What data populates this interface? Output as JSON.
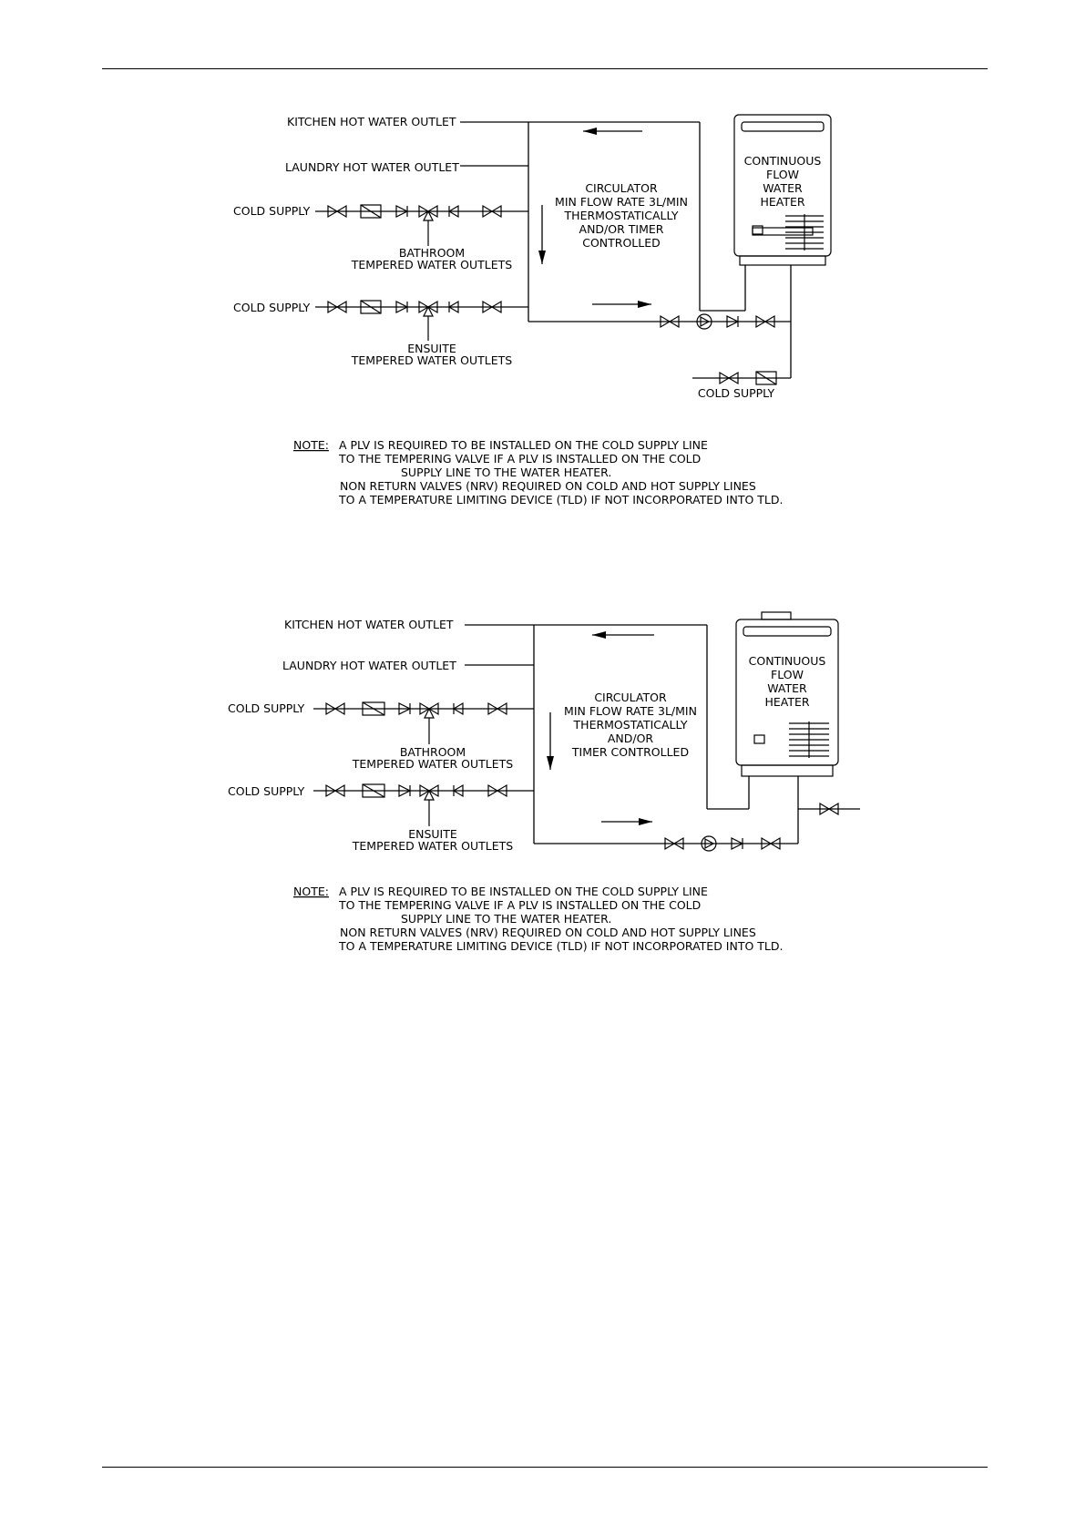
{
  "diagrams": [
    {
      "labels": {
        "kitchen": "KITCHEN HOT WATER OUTLET",
        "laundry": "LAUNDRY HOT WATER OUTLET",
        "cold_supply_1": "COLD SUPPLY",
        "cold_supply_2": "COLD SUPPLY",
        "cold_supply_3": "COLD SUPPLY",
        "bathroom_1": "BATHROOM",
        "bathroom_2": "TEMPERED WATER OUTLETS",
        "ensuite_1": "ENSUITE",
        "ensuite_2": "TEMPERED WATER OUTLETS",
        "circ": [
          "CIRCULATOR",
          "MIN FLOW RATE 3L/MIN",
          "THERMOSTATICALLY",
          "AND/OR TIMER",
          "CONTROLLED"
        ],
        "heater": [
          "CONTINUOUS",
          "FLOW",
          "WATER",
          "HEATER"
        ]
      },
      "note": {
        "label": "NOTE:",
        "lines": [
          "A PLV IS REQUIRED TO BE INSTALLED ON THE COLD SUPPLY LINE",
          "TO THE TEMPERING VALVE IF A PLV IS INSTALLED ON THE COLD",
          "SUPPLY LINE TO THE WATER HEATER.",
          "NON RETURN VALVES (NRV) REQUIRED ON COLD AND HOT SUPPLY LINES",
          "TO A TEMPERATURE LIMITING DEVICE (TLD) IF NOT INCORPORATED INTO TLD."
        ]
      }
    },
    {
      "labels": {
        "kitchen": "KITCHEN HOT WATER OUTLET",
        "laundry": "LAUNDRY HOT WATER OUTLET",
        "cold_supply_1": "COLD SUPPLY",
        "cold_supply_2": "COLD SUPPLY",
        "bathroom_1": "BATHROOM",
        "bathroom_2": "TEMPERED WATER OUTLETS",
        "ensuite_1": "ENSUITE",
        "ensuite_2": "TEMPERED WATER OUTLETS",
        "circ": [
          "CIRCULATOR",
          "MIN FLOW RATE 3L/MIN",
          "THERMOSTATICALLY",
          "AND/OR",
          "TIMER CONTROLLED"
        ],
        "heater": [
          "CONTINUOUS",
          "FLOW",
          "WATER",
          "HEATER"
        ]
      },
      "note": {
        "label": "NOTE:",
        "lines": [
          "A PLV IS REQUIRED TO BE INSTALLED ON THE COLD SUPPLY LINE",
          "TO THE TEMPERING VALVE IF A PLV IS INSTALLED ON THE COLD",
          "SUPPLY LINE TO THE WATER HEATER.",
          "NON RETURN VALVES (NRV) REQUIRED ON COLD AND HOT SUPPLY LINES",
          "TO A TEMPERATURE LIMITING DEVICE (TLD) IF NOT INCORPORATED INTO TLD."
        ]
      }
    }
  ]
}
